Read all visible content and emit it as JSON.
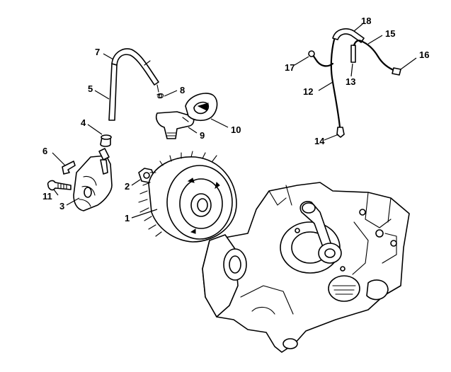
{
  "colors": {
    "line": "#000000",
    "background": "#ffffff"
  },
  "callouts": [
    {
      "id": "1",
      "label": "1"
    },
    {
      "id": "2",
      "label": "2"
    },
    {
      "id": "3",
      "label": "3"
    },
    {
      "id": "4",
      "label": "4"
    },
    {
      "id": "5",
      "label": "5"
    },
    {
      "id": "6",
      "label": "6"
    },
    {
      "id": "7",
      "label": "7"
    },
    {
      "id": "8",
      "label": "8"
    },
    {
      "id": "9",
      "label": "9"
    },
    {
      "id": "10",
      "label": "10"
    },
    {
      "id": "11",
      "label": "11"
    },
    {
      "id": "12",
      "label": "12"
    },
    {
      "id": "13",
      "label": "13"
    },
    {
      "id": "14",
      "label": "14"
    },
    {
      "id": "15",
      "label": "15"
    },
    {
      "id": "16",
      "label": "16"
    },
    {
      "id": "17",
      "label": "17"
    },
    {
      "id": "18",
      "label": "18"
    }
  ]
}
